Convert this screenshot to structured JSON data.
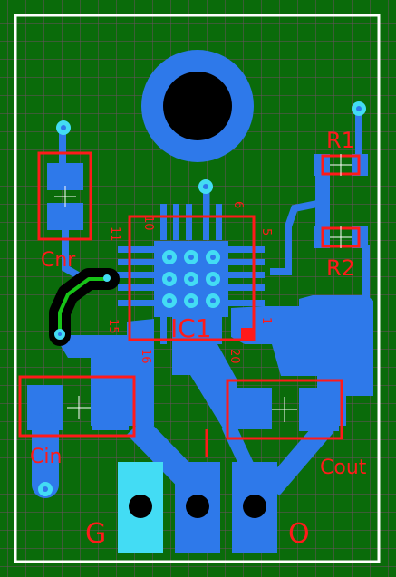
{
  "colors": {
    "board": "#0a6b0a",
    "grid": "#6e4f63",
    "copper": "#2e79ea",
    "pad_light": "#43dcf4",
    "silk_outline": "#ff1a1a",
    "outline": "#ffffff",
    "trace_green": "#17c317",
    "hole": "#000000"
  },
  "labels": {
    "r1": "R1",
    "r2": "R2",
    "cnr": "Cnr",
    "ic1": "IC1",
    "cin": "Cin",
    "cout": "Cout",
    "pin_g": "G",
    "pin_i": "I",
    "pin_o": "O"
  },
  "pin_numbers": {
    "p10": "10",
    "p6": "6",
    "p11": "11",
    "p5": "5",
    "p15": "15",
    "p1": "1",
    "p16": "16",
    "p20": "20"
  }
}
